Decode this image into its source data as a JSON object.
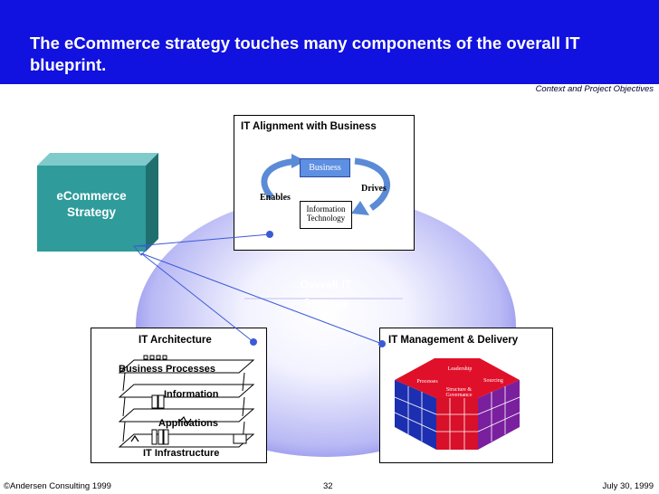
{
  "header": {
    "title": "The eCommerce strategy touches many components of the overall IT blueprint.",
    "subtitle": "Context and Project Objectives"
  },
  "strategy_box": {
    "label_line1": "eCommerce",
    "label_line2": "Strategy"
  },
  "center": {
    "line1": "Overall IT",
    "line2": "Strategy"
  },
  "alignment_panel": {
    "title": "IT Alignment with Business",
    "business": "Business",
    "it_line1": "Information",
    "it_line2": "Technology",
    "drives": "Drives",
    "enables": "Enables"
  },
  "architecture_panel": {
    "title": "IT Architecture",
    "layers": [
      "Business Processes",
      "Information",
      "Applications",
      "IT Infrastructure"
    ]
  },
  "management_panel": {
    "title": "IT Management & Delivery",
    "cube": {
      "top": "Leadership",
      "left": "Processes",
      "right": "Sourcing",
      "front_line1": "Structure &",
      "front_line2": "Governance"
    }
  },
  "footer": {
    "copyright": "©Andersen Consulting 1999",
    "page": "32",
    "date": "July 30, 1999"
  },
  "colors": {
    "header": "#1111e0",
    "teal": "#2f9b9b",
    "globe": "#3a3ad0",
    "connector_dot": "#3b5bd6",
    "cube_red": "#e0102a",
    "cube_purple": "#7a1f9e",
    "cube_blue": "#1c2fb0"
  }
}
